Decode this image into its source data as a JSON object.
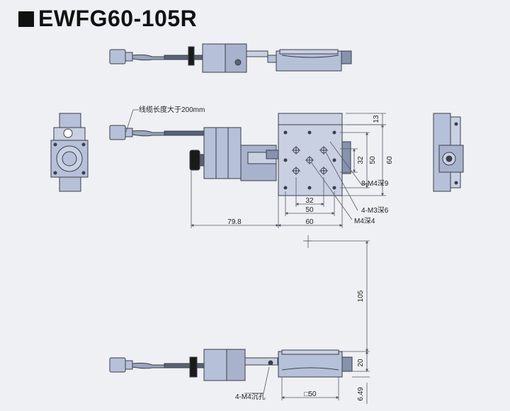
{
  "title": "EWFG60-105R",
  "colors": {
    "body_fill": "#b6c0d8",
    "plate_fill": "#c9d0e2",
    "outline": "#3a3f4a",
    "dim_line": "#555b66",
    "knob": "#1a1a1a"
  },
  "annotations": {
    "cable_note": "线缆长度大于200mm",
    "hole_8m4": "8-M4深9",
    "hole_4m3": "4-M3深6",
    "hole_m4": "M4深4",
    "hole_4m4": "4-M4沉孔"
  },
  "dimensions": {
    "d13": "13",
    "d32v": "32",
    "d50v": "50",
    "d60v": "60",
    "d32h": "32",
    "d50h": "50",
    "d60h": "60",
    "d79_8": "79.8",
    "d105": "105",
    "d20": "20",
    "d6_49": "6.49",
    "d50sq": "□50"
  },
  "icons": [
    "motor-knob-icon",
    "cable-connector-icon",
    "mounting-hole-icon"
  ]
}
